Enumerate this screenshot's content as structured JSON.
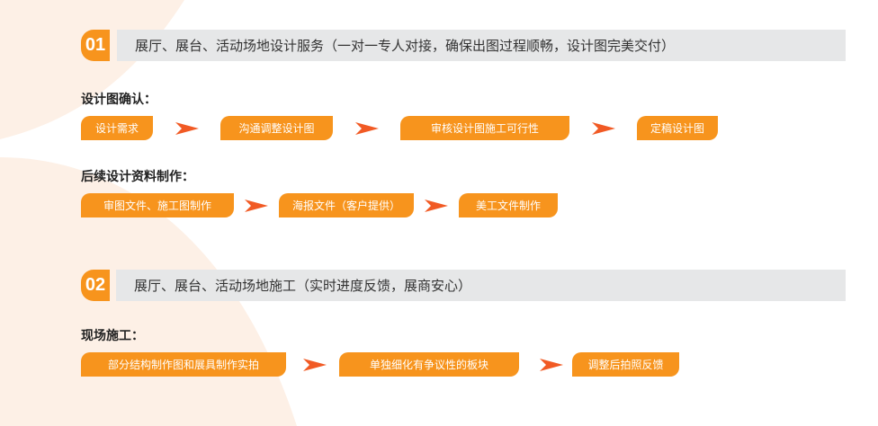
{
  "colors": {
    "accent": "#f7941d",
    "title_bg": "#e6e7e8",
    "arrow": "#f15a24",
    "bg_shape": "#fdf0e6"
  },
  "sections": [
    {
      "number": "01",
      "title": "展厅、展台、活动场地设计服务（一对一专人对接，确保出图过程顺畅，设计图完美交付）",
      "groups": [
        {
          "label": "设计图确认：",
          "steps": [
            "设计需求",
            "沟通调整设计图",
            "审核设计图施工可行性",
            "定稿设计图"
          ]
        },
        {
          "label": "后续设计资料制作：",
          "steps": [
            "审图文件、施工图制作",
            "海报文件（客户提供）",
            "美工文件制作"
          ]
        }
      ]
    },
    {
      "number": "02",
      "title": "展厅、展台、活动场地施工（实时进度反馈，展商安心）",
      "groups": [
        {
          "label": "现场施工：",
          "steps": [
            "部分结构制作图和展具制作实拍",
            "单独细化有争议性的板块",
            "调整后拍照反馈"
          ]
        }
      ]
    }
  ],
  "icons": {
    "arrow": "arrow-right-icon"
  }
}
